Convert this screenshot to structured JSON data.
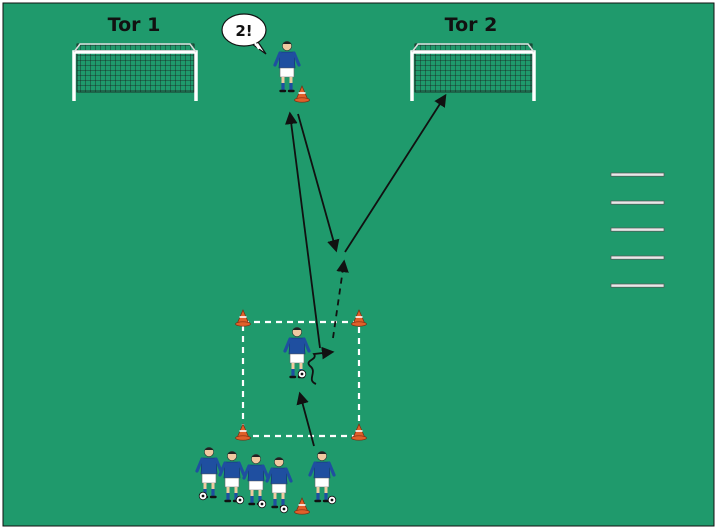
{
  "pitch": {
    "color": "#1f9a6c",
    "line_color": "#ffffff",
    "border_color": "#111111"
  },
  "goals": [
    {
      "label": "Tor 1"
    },
    {
      "label": "Tor 2"
    }
  ],
  "speech_bubble": {
    "text": "2!"
  },
  "colors": {
    "jersey": "#1f4fa0",
    "shorts": "#ffffff",
    "skin": "#f0c9a0",
    "cone": "#e0602a",
    "arrow": "#111111",
    "marker": "#e8e8e8"
  }
}
